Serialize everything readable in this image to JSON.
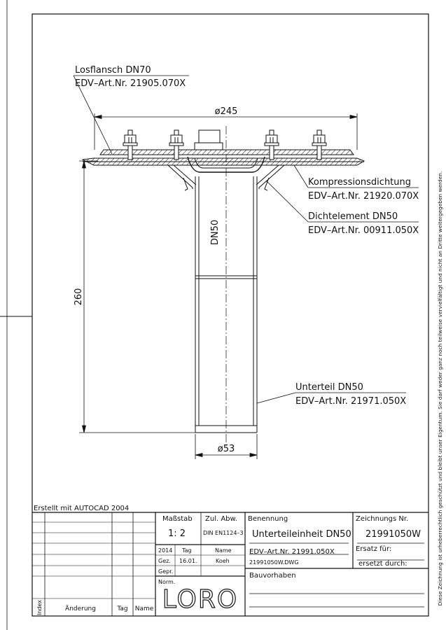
{
  "callouts": {
    "losflansch": {
      "name": "Losflansch DN70",
      "art": "EDV–Art.Nr. 21905.070X"
    },
    "kompression": {
      "name": "Kompressionsdichtung",
      "art": "EDV–Art.Nr. 21920.070X"
    },
    "dichtelement": {
      "name": "Dichtelement DN50",
      "art": "EDV–Art.Nr. 00911.050X"
    },
    "unterteil": {
      "name": "Unterteil DN50",
      "art": "EDV–Art.Nr. 21971.050X"
    }
  },
  "dimensions": {
    "flange_width": "ø245",
    "height": "260",
    "pipe_dia": "ø53",
    "pipe_label": "DN50"
  },
  "title_block": {
    "created_with": "Erstellt mit AUTOCAD 2004",
    "massstab_label": "Maßstab",
    "massstab_value": "1: 2",
    "zul_label": "Zul. Abw.",
    "zul_value": "DIN EN1124–3",
    "benennung_label": "Benennung",
    "benennung_value": "Unterteileinheit DN50",
    "zeichnung_label": "Zeichnungs Nr.",
    "zeichnung_value": "21991050W",
    "year": "2014",
    "tag_label": "Tag",
    "name_label": "Name",
    "gez_label": "Gez.",
    "gez_tag": "16.01.",
    "gez_name": "Koeh",
    "gepr_label": "Gepr.",
    "norm_label": "Norm.",
    "art_nr": "EDV–Art.Nr. 21991.050X",
    "dwg": "21991050W.DWG",
    "ersatz_fuer": "Ersatz für:",
    "ersetzt_durch": "ersetzt durch:",
    "bauvorhaben": "Bauvorhaben",
    "index_label": "Index",
    "aenderung_label": "Änderung",
    "tag_col": "Tag",
    "name_col": "Name",
    "logo": "LORO"
  },
  "copyright": "Diese Zeichnung ist urheberrechtlich geschützt und bleibt unser Eigentum. Sie darf weder ganz noch teilweise vervielfältigt und nicht an Dritte weitergegeben werden."
}
